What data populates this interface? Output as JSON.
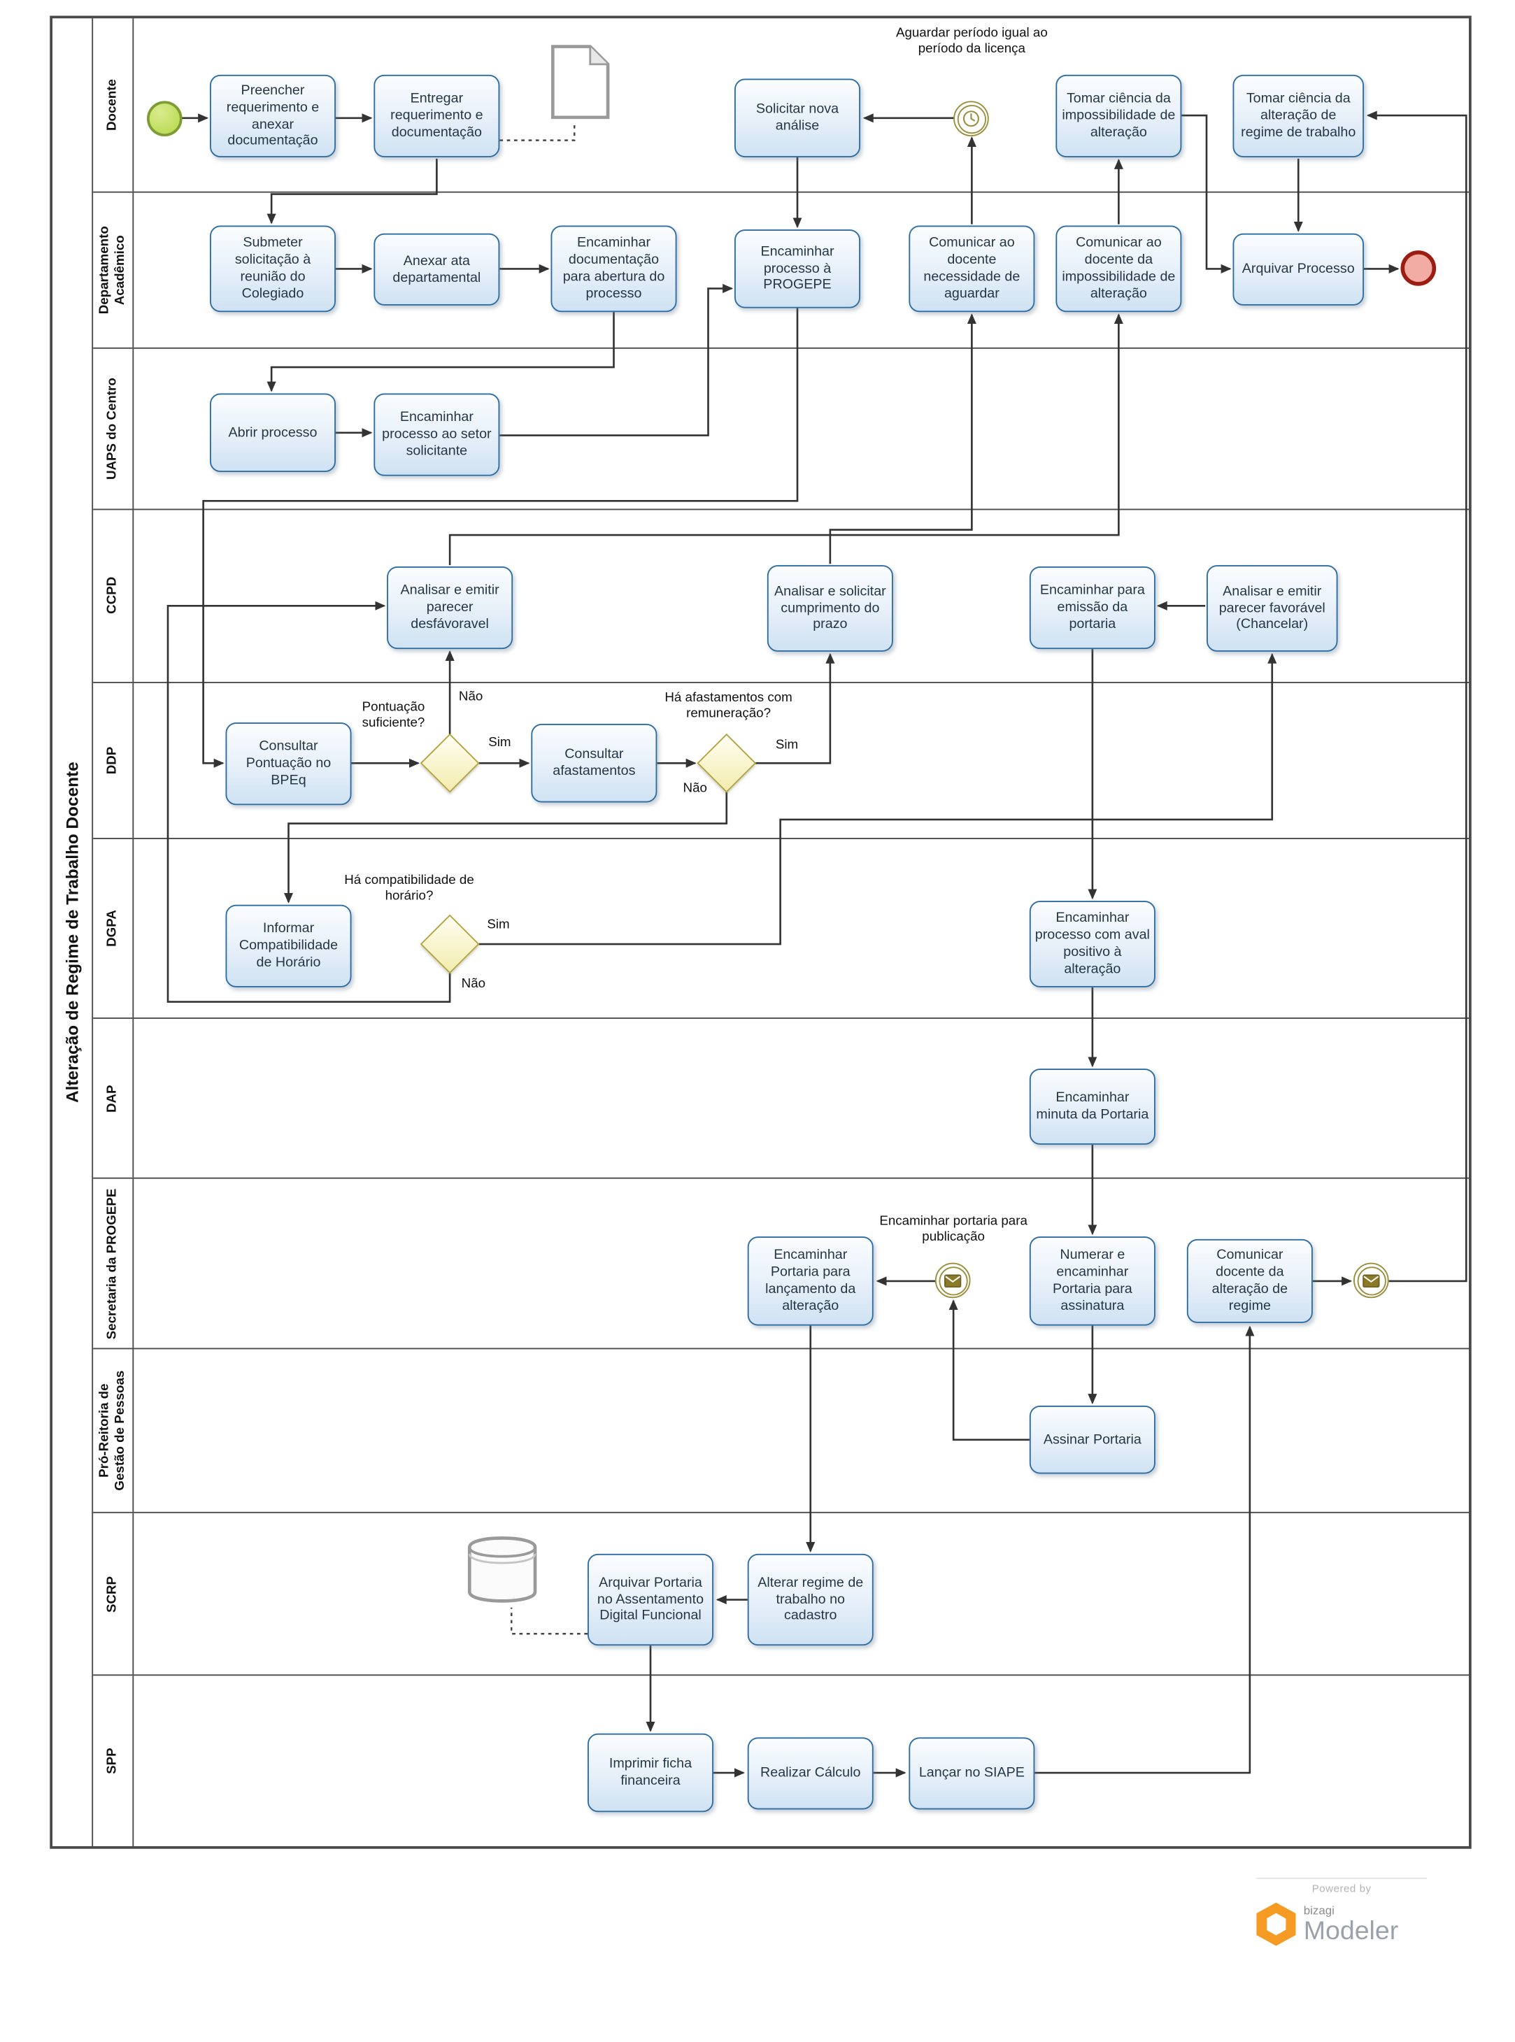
{
  "pool": {
    "title": "Alteração de Regime de Trabalho Docente"
  },
  "lanes": [
    "Docente",
    "Departamento Acadêmico",
    "UAPS do Centro",
    "CCPD",
    "DDP",
    "DGPA",
    "DAP",
    "Secretaria da PROGEPE",
    "Pró-Reitoria de Gestão de Pessoas",
    "SCRP",
    "SPP"
  ],
  "nodes": {
    "t1": "Preencher requerimento e anexar documentação",
    "t2": "Entregar requerimento e documentação",
    "t3": "Solicitar nova análise",
    "t4": "Tomar ciência da impossibilidade de alteração",
    "t5": "Tomar ciência da alteração de regime de trabalho",
    "t6": "Submeter solicitação à reunião do Colegiado",
    "t7": "Anexar ata departamental",
    "t8": "Encaminhar documentação para abertura do processo",
    "t9": "Encaminhar processo à PROGEPE",
    "t10": "Comunicar ao docente necessidade de aguardar",
    "t11": "Comunicar ao docente da impossibilidade de alteração",
    "t12": "Arquivar Processo",
    "t13": "Abrir processo",
    "t14": "Encaminhar processo ao setor solicitante",
    "t15": "Analisar e emitir parecer desfávoravel",
    "t16": "Analisar e solicitar cumprimento do prazo",
    "t17": "Encaminhar para emissão da portaria",
    "t18": "Analisar e emitir parecer favorável (Chancelar)",
    "t19": "Consultar Pontuação no BPEq",
    "t20": "Consultar afastamentos",
    "t21": "Informar Compatibilidade de Horário",
    "t22": "Encaminhar processo com aval positivo à alteração",
    "t23": "Encaminhar minuta da Portaria",
    "t24": "Encaminhar Portaria para lançamento da alteração",
    "t25": "Numerar e encaminhar Portaria para assinatura",
    "t26": "Comunicar docente da alteração de regime",
    "t27": "Assinar Portaria",
    "t28": "Arquivar Portaria no Assentamento Digital Funcional",
    "t29": "Alterar regime de trabalho no cadastro",
    "t30": "Imprimir ficha financeira",
    "t31": "Realizar Cálculo",
    "t32": "Lançar no SIAPE"
  },
  "gateways": {
    "g1": {
      "question": "Pontuação suficiente?",
      "yes": "Sim",
      "no": "Não"
    },
    "g2": {
      "question": "Há afastamentos com remuneração?",
      "yes": "Sim",
      "no": "Não"
    },
    "g3": {
      "question": "Há compatibilidade de horário?",
      "yes": "Sim",
      "no": "Não"
    }
  },
  "events": {
    "timer_label": "Aguardar período igual ao período da licença",
    "message_label": "Encaminhar portaria para publicação"
  },
  "icons": {
    "document": "document-icon",
    "database": "database-icon",
    "clock": "clock-icon",
    "envelope": "envelope-icon",
    "brand_hexagon": "bizagi-logo-icon"
  },
  "footer": {
    "powered_by": "Powered by",
    "brand": "bizagi",
    "product": "Modeler"
  },
  "colors": {
    "task_border": "#2e6da4",
    "task_fill": "#d9e8f6",
    "gateway_fill": "#f3ecae",
    "gateway_border": "#b3a440",
    "start_fill": "#b5d648",
    "start_border": "#7d9c33",
    "end_fill": "#f2aca4",
    "end_border": "#9e1d13",
    "event_ring": "#9b8e3a",
    "brand_orange": "#f59a23"
  }
}
